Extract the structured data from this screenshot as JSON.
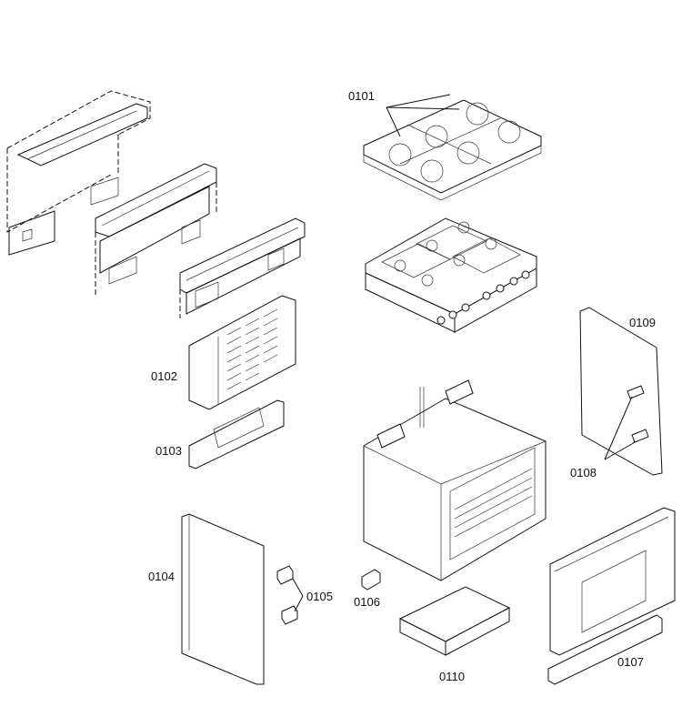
{
  "labels": {
    "p0101": "0101",
    "p0102": "0102",
    "p0103": "0103",
    "p0104": "0104",
    "p0105": "0105",
    "p0106": "0106",
    "p0107": "0107",
    "p0108": "0108",
    "p0109": "0109",
    "p0110": "0110"
  }
}
